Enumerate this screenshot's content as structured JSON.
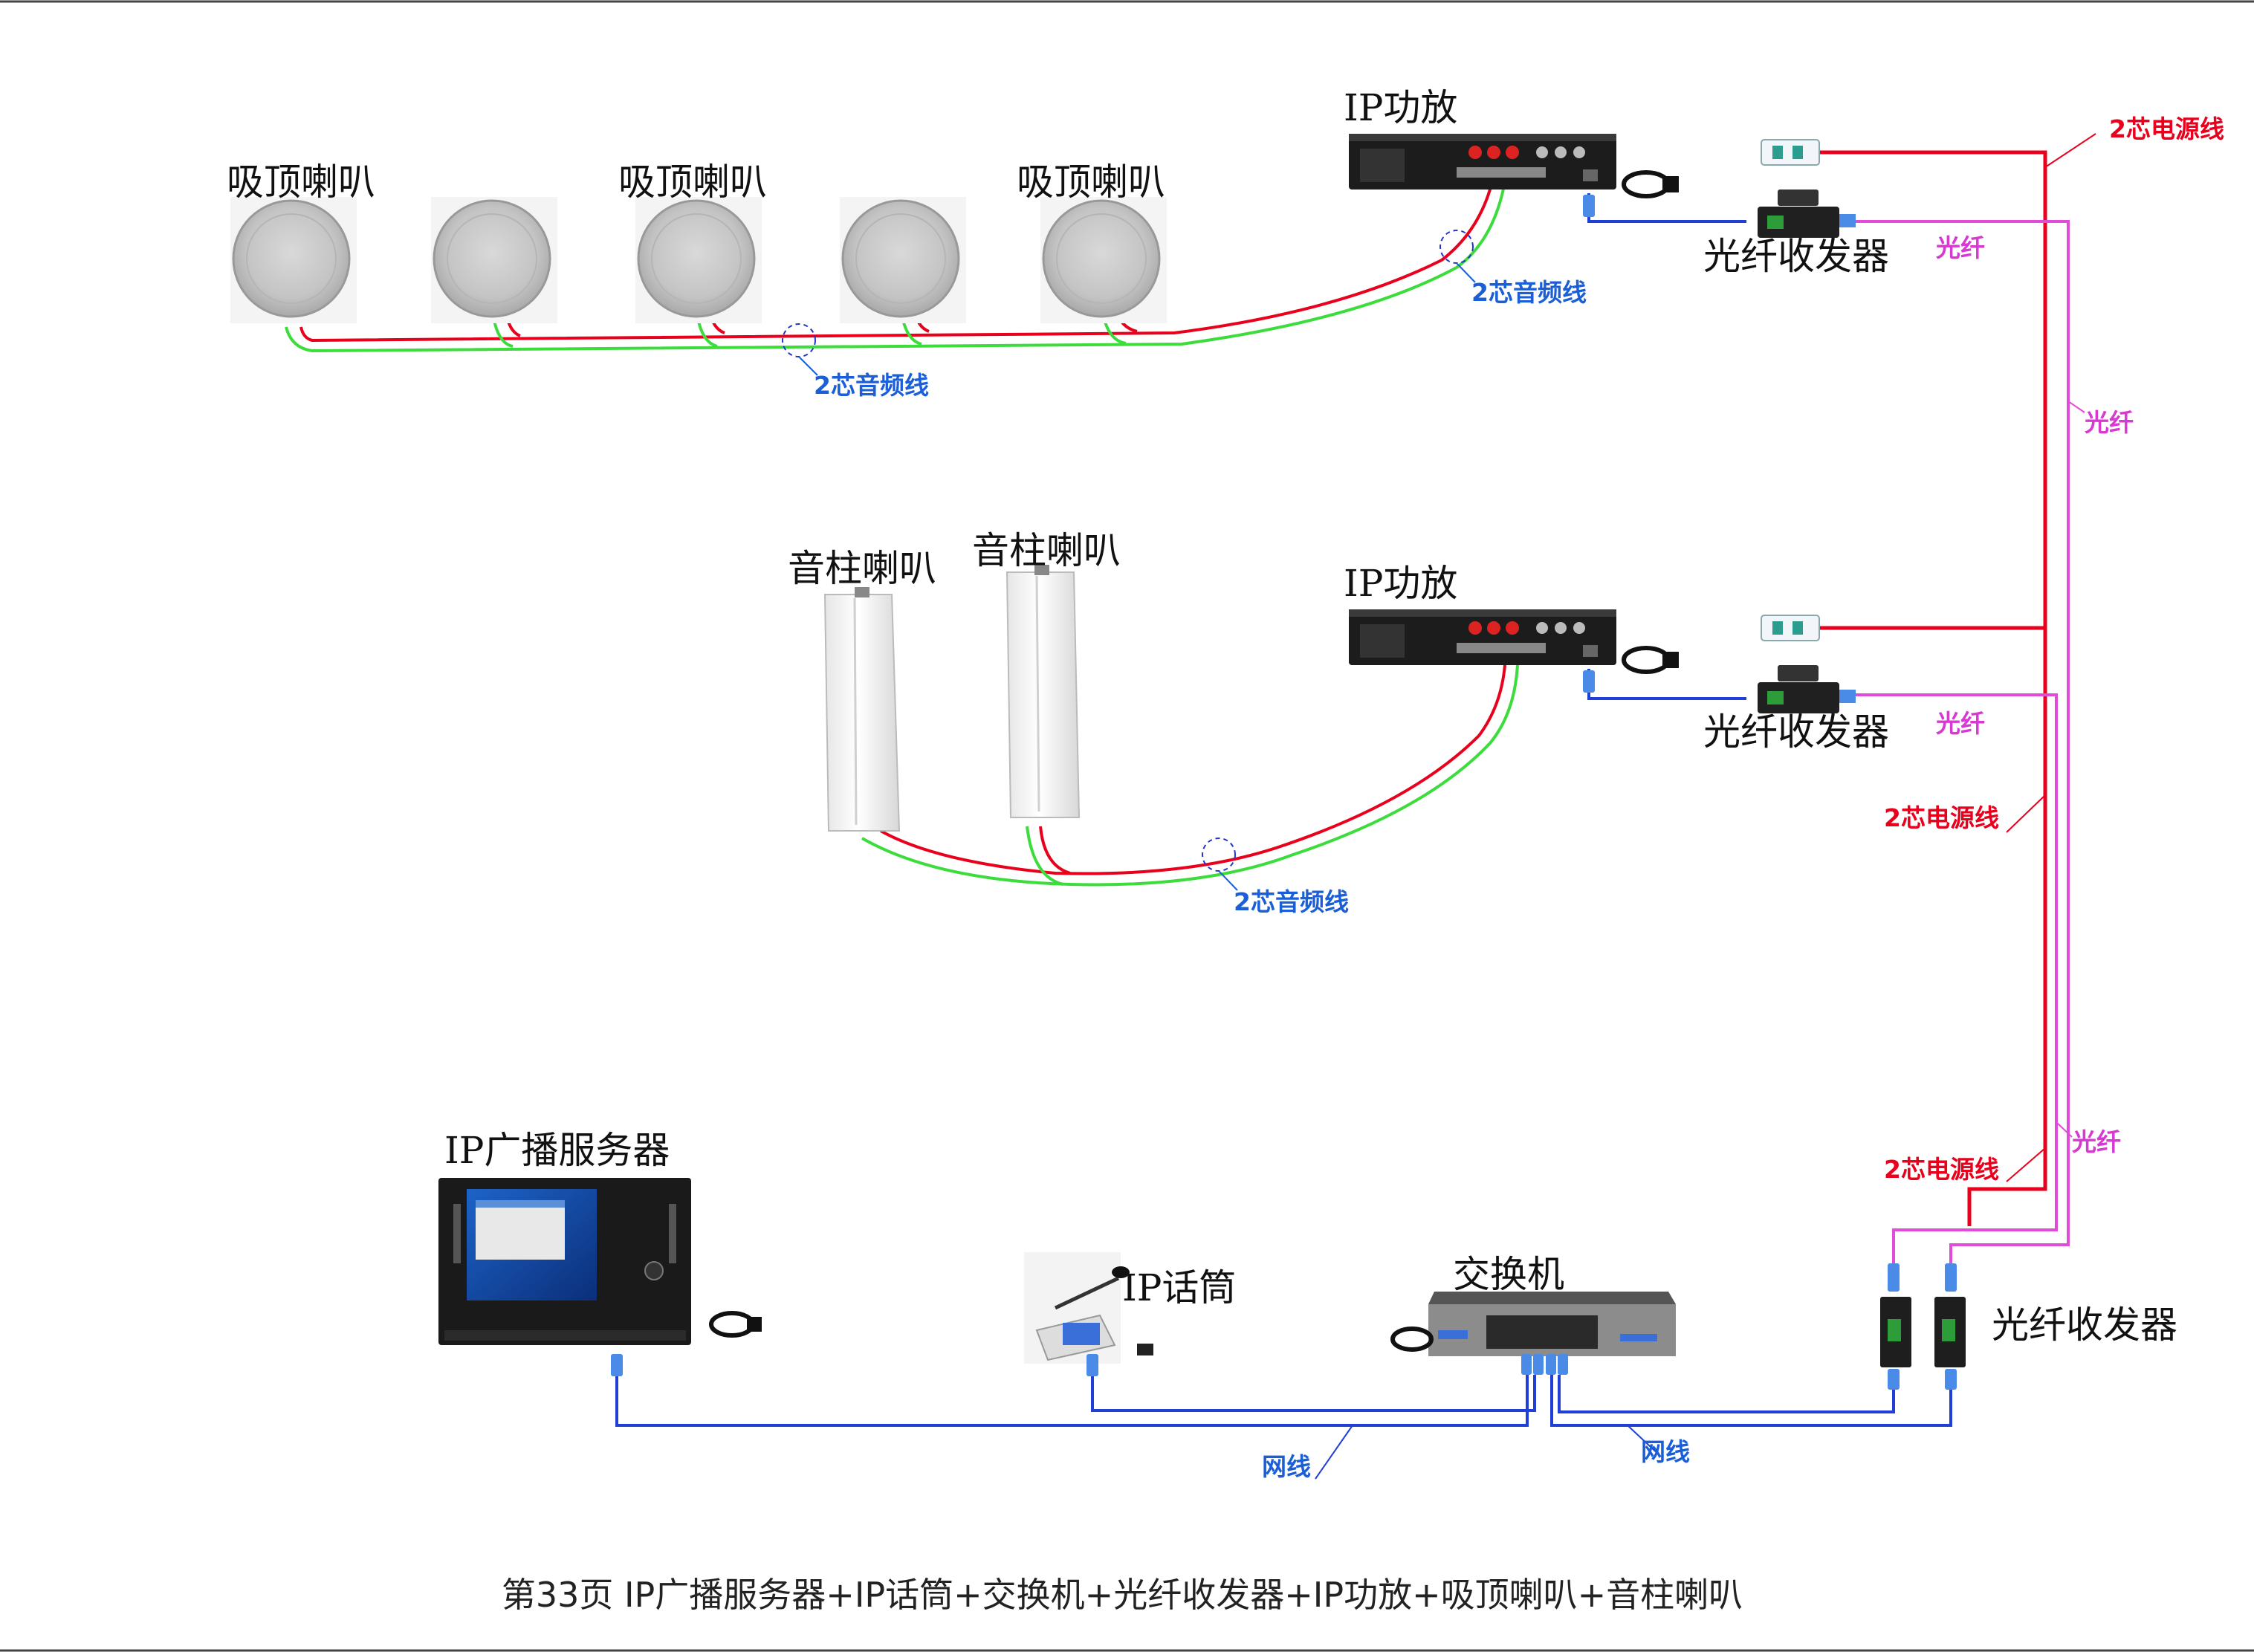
{
  "colors": {
    "audio_red": "#e8001c",
    "audio_green": "#3ddc3d",
    "power": "#e8001c",
    "fiber": "#e04bd8",
    "network": "#1f3fd6",
    "label_blue": "#1a5fd8",
    "label_red": "#e8001c",
    "label_magenta": "#d63ad0"
  },
  "devices": {
    "amp_top": "IP功放",
    "amp_mid": "IP功放",
    "ceiling_speaker_1": "吸顶喇叭",
    "ceiling_speaker_2": "吸顶喇叭",
    "ceiling_speaker_3": "吸顶喇叭",
    "column_speaker_1": "音柱喇叭",
    "column_speaker_2": "音柱喇叭",
    "transceiver_top": "光纤收发器",
    "transceiver_mid": "光纤收发器",
    "transceiver_bottom": "光纤收发器",
    "server": "IP广播服务器",
    "microphone": "IP话筒",
    "switch": "交换机"
  },
  "wire_labels": {
    "audio_top_right": "2芯音频线",
    "audio_top_left": "2芯音频线",
    "audio_mid": "2芯音频线",
    "power_top": "2芯电源线",
    "power_mid": "2芯电源线",
    "power_low": "2芯电源线",
    "fiber_top": "光纤",
    "fiber_right": "光纤",
    "fiber_mid": "光纤",
    "fiber_low": "光纤",
    "network_left": "网线",
    "network_right": "网线"
  },
  "caption": "第33页  IP广播服务器+IP话筒+交换机+光纤收发器+IP功放+吸顶喇叭+音柱喇叭"
}
